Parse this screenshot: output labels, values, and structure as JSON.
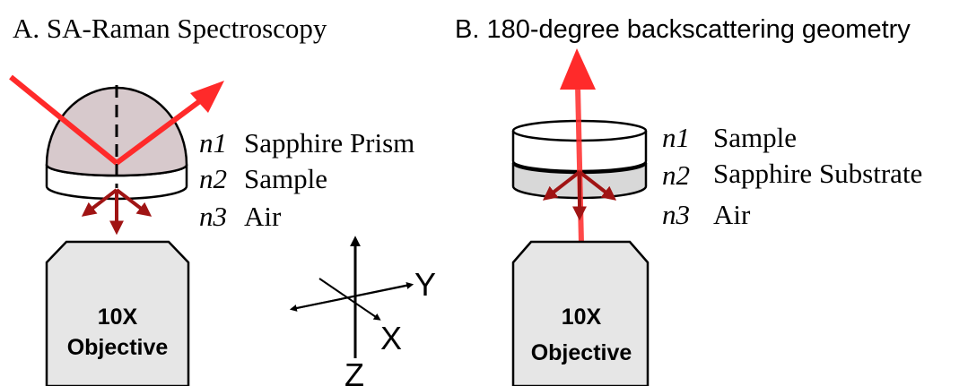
{
  "panel_a": {
    "title": "A. SA-Raman Spectroscopy",
    "layers": [
      {
        "index": "n1",
        "name": "Sapphire Prism"
      },
      {
        "index": "n2",
        "name": "Sample"
      },
      {
        "index": "n3",
        "name": "Air"
      }
    ],
    "objective": {
      "line1": "10X",
      "line2": "Objective"
    }
  },
  "panel_b": {
    "title": "B. 180-degree backscattering geometry",
    "layers": [
      {
        "index": "n1",
        "name": "Sample"
      },
      {
        "index": "n2",
        "name": "Sapphire Substrate"
      },
      {
        "index": "n3",
        "name": "Air"
      }
    ],
    "objective": {
      "line1": "10X",
      "line2": "Objective"
    }
  },
  "axes": {
    "x": "X",
    "y": "Y",
    "z": "Z"
  },
  "colors": {
    "laser": "#ff2a2a",
    "polarization": "#a01414",
    "prism_fill": "#d7c9cc",
    "substrate_fill": "#d8d8d8",
    "objective_fill": "#e6e6e6"
  }
}
